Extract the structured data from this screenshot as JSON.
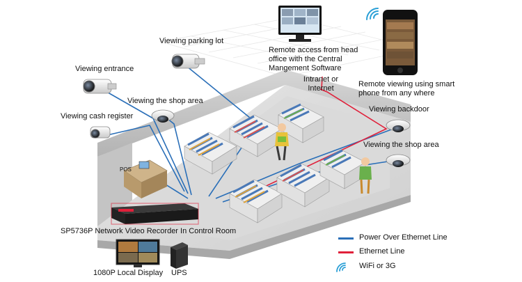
{
  "labels": {
    "parking": "Viewing parking lot",
    "entrance": "Viewing entrance",
    "shop_area_left": "Viewing the shop area",
    "cash_register": "Viewing cash register",
    "remote_office": "Remote access from head office with the Central Mangement Software",
    "intranet": "Intranet or Internet",
    "smartphone": "Remote viewing using smart phone from any where",
    "backdoor": "Viewing backdoor",
    "shop_area_right": "Viewing the shop area",
    "pos": "POS",
    "nvr": "SP5736P Network Video Recorder In Control Room",
    "display": "1080P Local Display",
    "ups": "UPS"
  },
  "legend": [
    {
      "text": "Power Over Ethernet Line",
      "color": "#2a6fb8",
      "kind": "line"
    },
    {
      "text": "Ethernet Line",
      "color": "#e0203a",
      "kind": "line"
    },
    {
      "text": "WiFi or 3G",
      "color": "#2a9fd6",
      "kind": "wifi"
    }
  ],
  "colors": {
    "poe": "#2a6fb8",
    "ethernet": "#e0203a",
    "wifi": "#2a9fd6",
    "floor": "#d9d9d9",
    "wall": "#b8b8b8"
  }
}
